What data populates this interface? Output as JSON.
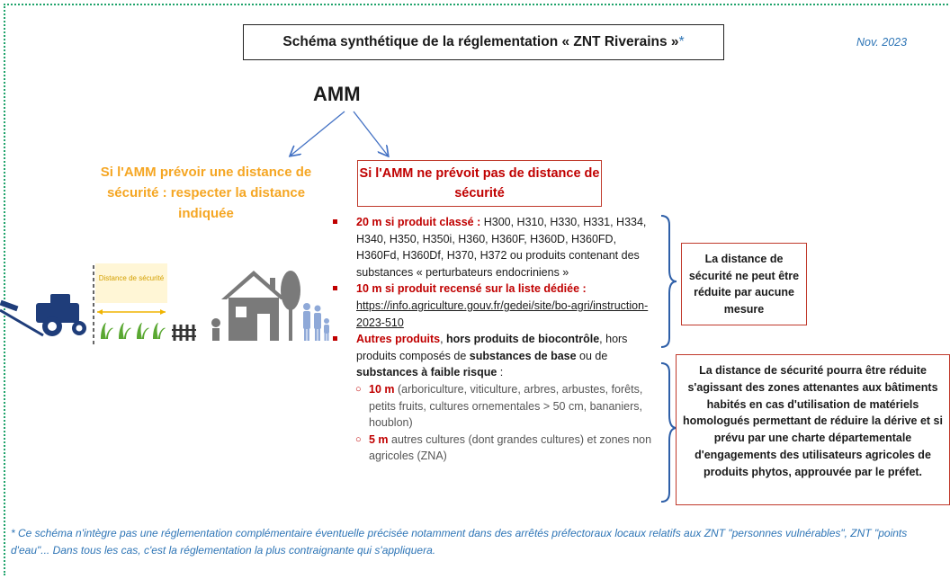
{
  "title": {
    "text": "Schéma synthétique de la réglementation « ZNT Riverains »",
    "star": "*"
  },
  "date": "Nov. 2023",
  "root": "AMM",
  "left_condition": "Si l'AMM prévoir une distance de sécurité : respecter la distance indiquée",
  "right_condition": "Si l'AMM ne prévoit pas de distance de sécurité",
  "illustration": {
    "distance_label": "Distance de sécurité"
  },
  "rules": {
    "r20": {
      "lead": "20 m si produit classé :",
      "body": " H300, H310, H330, H331, H334, H340, H350, H350i, H360, H360F, H360D, H360FD, H360Fd, H360Df, H370, H372 ou produits contenant des substances « perturbateurs endocriniens »"
    },
    "r10": {
      "lead": "10 m si produit recensé sur la liste dédiée :",
      "link": "https://info.agriculture.gouv.fr/gedei/site/bo-agri/instruction-2023-510"
    },
    "other": {
      "lead": "Autres produits",
      "p1": ", ",
      "bold1": "hors produits de biocontrôle",
      "p2": ", hors produits composés de ",
      "bold2": "substances de base",
      "p3": " ou de ",
      "bold3": "substances à faible risque",
      "p4": " :",
      "sub1_lead": "10 m",
      "sub1_body": " (arboriculture, viticulture, arbres, arbustes, forêts, petits fruits, cultures ornementales > 50 cm, bananiers, houblon)",
      "sub2_lead": "5 m",
      "sub2_body": " autres cultures (dont grandes cultures) et zones non agricoles (ZNA)"
    }
  },
  "note_no_reduction": "La distance de sécurité ne peut être réduite par aucune mesure",
  "note_reduction": "La distance de sécurité pourra être réduite s'agissant des zones attenantes aux bâtiments habités en cas d'utilisation de matériels homologués permettant de réduire la dérive et si prévu par une charte départementale d'engagements des utilisateurs agricoles de produits phytos, approuvée par le préfet.",
  "footnote": "* Ce schéma n'intègre pas une réglementation complémentaire éventuelle précisée notamment dans des arrêtés préfectoraux locaux relatifs aux ZNT \"personnes vulnérables\", ZNT \"points d'eau\"... Dans tous les cas, c'est la réglementation la plus contraignante qui s'appliquera.",
  "colors": {
    "accent_blue": "#2e75b6",
    "red": "#c00000",
    "orange": "#f5a623",
    "frame_green": "#1fa36b"
  }
}
